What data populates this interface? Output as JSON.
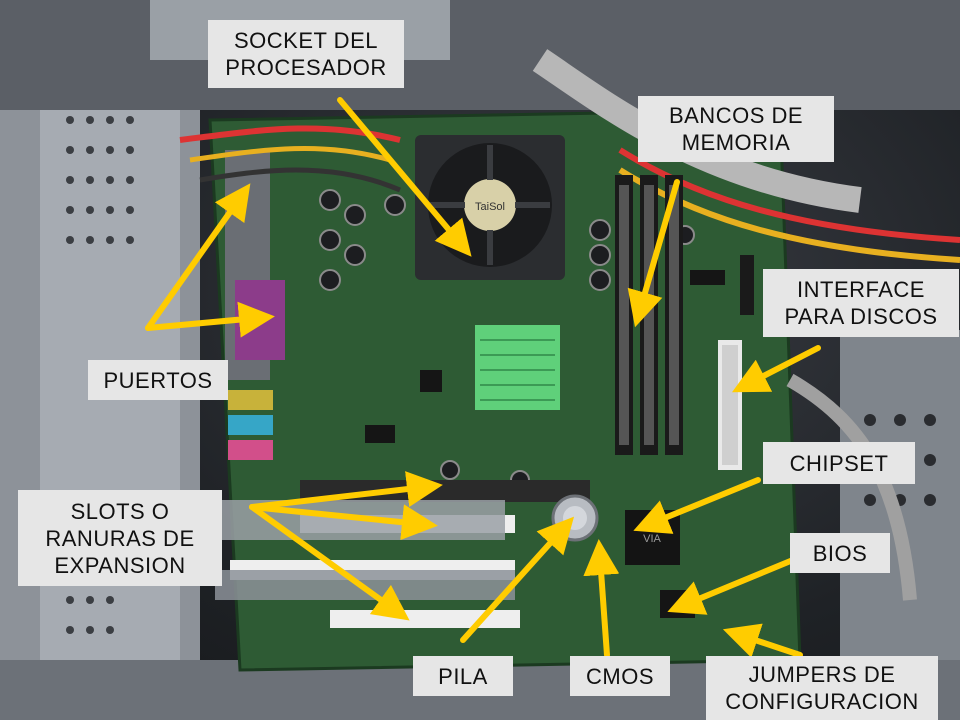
{
  "labels": {
    "socket": "SOCKET DEL\nPROCESADOR",
    "bancos": "BANCOS DE\nMEMORIA",
    "interface": "INTERFACE\nPARA DISCOS",
    "puertos": "PUERTOS",
    "chipset": "CHIPSET",
    "slots": "SLOTS O\nRANURAS DE\nEXPANSION",
    "bios": "BIOS",
    "pila": "PILA",
    "cmos": "CMOS",
    "jumpers": "JUMPERS DE\nCONFIGURACION"
  },
  "board_marks": {
    "fan_brand": "TaiSol",
    "chipset_logo": "VIA"
  },
  "colors": {
    "arrow": "#ffcc00",
    "board": "#2e5b34",
    "label_bg": "#e6e6e6"
  }
}
